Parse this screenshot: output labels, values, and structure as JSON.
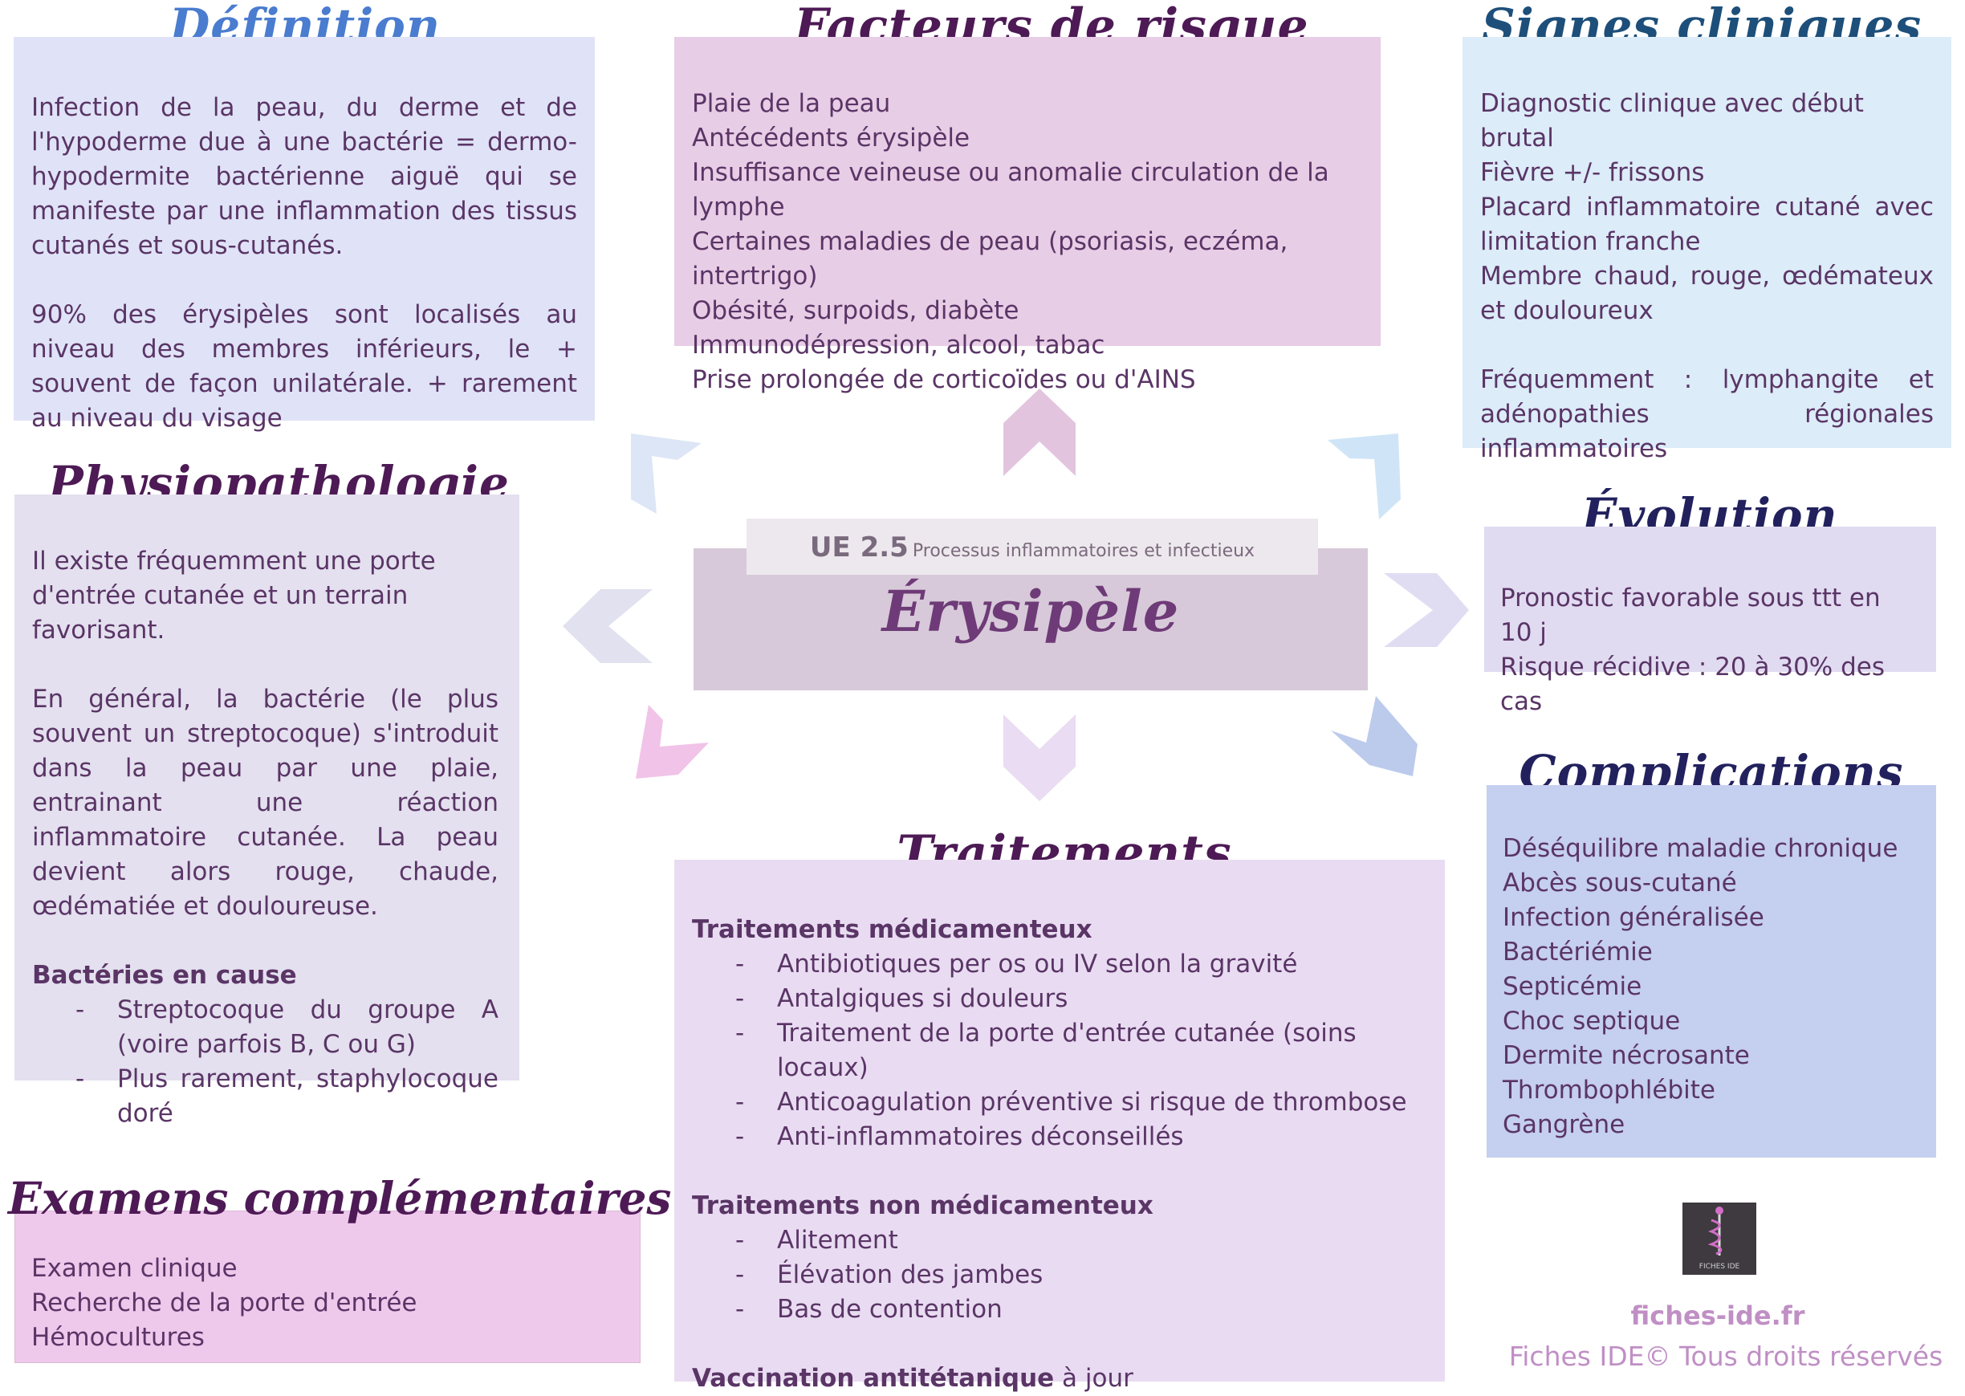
{
  "sections": {
    "definition": {
      "title": "Définition",
      "p1": "Infection de la peau, du derme et de l'hypoderme due à une bactérie = dermo-hypodermite bactérienne aiguë qui se manifeste par une inflammation des tissus cutanés et sous-cutanés.",
      "p2": "90% des érysipèles sont localisés au niveau des membres inférieurs, le + souvent de façon unilatérale. + rarement au niveau du visage"
    },
    "facteurs": {
      "title": "Facteurs de risque",
      "items": [
        "Plaie de la peau",
        "Antécédents érysipèle",
        "Insuffisance veineuse ou anomalie circulation de la lymphe",
        "Certaines maladies de peau (psoriasis, eczéma, intertrigo)",
        "Obésité, surpoids, diabète",
        "Immunodépression, alcool, tabac",
        "Prise prolongée de corticoïdes ou d'AINS"
      ]
    },
    "signes": {
      "title": "Signes cliniques",
      "l1": "Diagnostic clinique avec début brutal",
      "l2": "Fièvre +/- frissons",
      "l3": "Placard inflammatoire cutané avec limitation franche",
      "l4": "Membre chaud, rouge, œdémateux et douloureux",
      "l5": "Fréquemment : lymphangite et adénopathies régionales inflammatoires"
    },
    "physio": {
      "title": "Physiopathologie",
      "p1": "Il existe fréquemment une porte d'entrée cutanée et un terrain favorisant.",
      "p2": "En général, la bactérie (le plus souvent un streptocoque) s'introduit dans la peau par une plaie, entrainant une réaction inflammatoire cutanée. La peau devient alors rouge, chaude, œdématiée et douloureuse.",
      "bact_heading": "Bactéries en cause",
      "bact_items": [
        "Streptocoque du groupe A (voire parfois B, C ou G)",
        "Plus rarement, staphylocoque doré"
      ]
    },
    "center": {
      "ue_code": "UE 2.5",
      "ue_label": "Processus inflammatoires et infectieux",
      "title": "Érysipèle"
    },
    "evolution": {
      "title": "Évolution",
      "items": [
        "Pronostic favorable sous ttt en 10 j",
        "Risque récidive : 20 à 30% des cas"
      ]
    },
    "complications": {
      "title": "Complications",
      "items": [
        "Déséquilibre maladie chronique",
        "Abcès sous-cutané",
        "Infection généralisée",
        "Bactériémie",
        "Septicémie",
        "Choc septique",
        "Dermite nécrosante",
        "Thrombophlébite",
        "Gangrène"
      ]
    },
    "traitements": {
      "title": "Traitements",
      "med_heading": "Traitements médicamenteux",
      "med_items": [
        "Antibiotiques per os ou IV selon la gravité",
        "Antalgiques si douleurs",
        "Traitement de la porte d'entrée cutanée (soins locaux)",
        "Anticoagulation préventive si risque de thrombose",
        "Anti-inflammatoires déconseillés"
      ],
      "nonmed_heading": "Traitements non médicamenteux",
      "nonmed_items": [
        "Alitement",
        "Élévation des jambes",
        "Bas de contention"
      ],
      "vacc_bold": "Vaccination antitétanique",
      "vacc_rest": " à jour"
    },
    "examens": {
      "title": "Examens complémentaires",
      "items": [
        "Examen clinique",
        "Recherche de la porte d'entrée",
        "Hémocultures"
      ]
    }
  },
  "footer": {
    "logo_text": "FICHES IDE",
    "site": "fiches-ide.fr",
    "copyright": "Fiches IDE© Tous droits réservés"
  },
  "colors": {
    "text": "#5a3566",
    "title_blue": "#4a7ccf",
    "title_plum": "#4d1a55",
    "title_navy": "#22215e",
    "title_teal": "#1d4f7a",
    "footer_pink": "#c08fc5"
  }
}
